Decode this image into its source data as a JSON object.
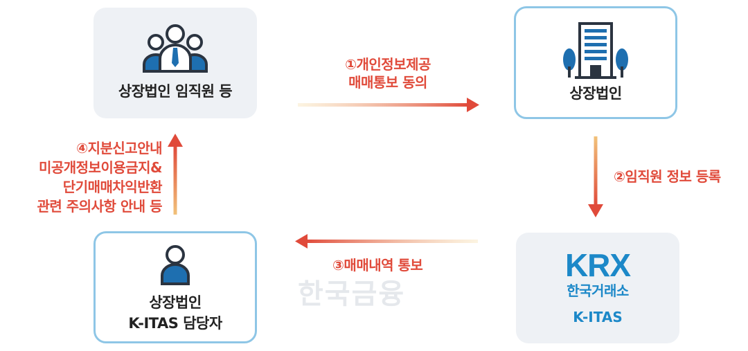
{
  "nodes": {
    "executives": {
      "label": "상장법인 임직원 등"
    },
    "company": {
      "label": "상장법인"
    },
    "krx": {
      "logo": "KRX",
      "name": "한국거래소",
      "system": "K-ITAS"
    },
    "manager": {
      "line1": "상장법인",
      "line2": "K-ITAS 담당자"
    }
  },
  "arrows": {
    "step1": {
      "line1": "①개인정보제공",
      "line2": "매매통보 동의"
    },
    "step2": {
      "label": "②임직원 정보 등록"
    },
    "step3": {
      "label": "③매매내역 통보"
    },
    "step4": {
      "lines": [
        "④지분신고안내",
        "미공개정보이용금지&",
        "단기매매차익반환",
        "관련 주의사항 안내 등"
      ]
    }
  },
  "watermark": "한국금융",
  "colors": {
    "accent": "#e04a3a",
    "fade": "#f5d9a0",
    "icon_blue": "#1e6fb0",
    "krx_blue": "#1c88c8",
    "border": "#8ec6e6"
  },
  "icons": {
    "executives": "people-group-icon",
    "company": "building-icon",
    "manager": "person-icon"
  }
}
